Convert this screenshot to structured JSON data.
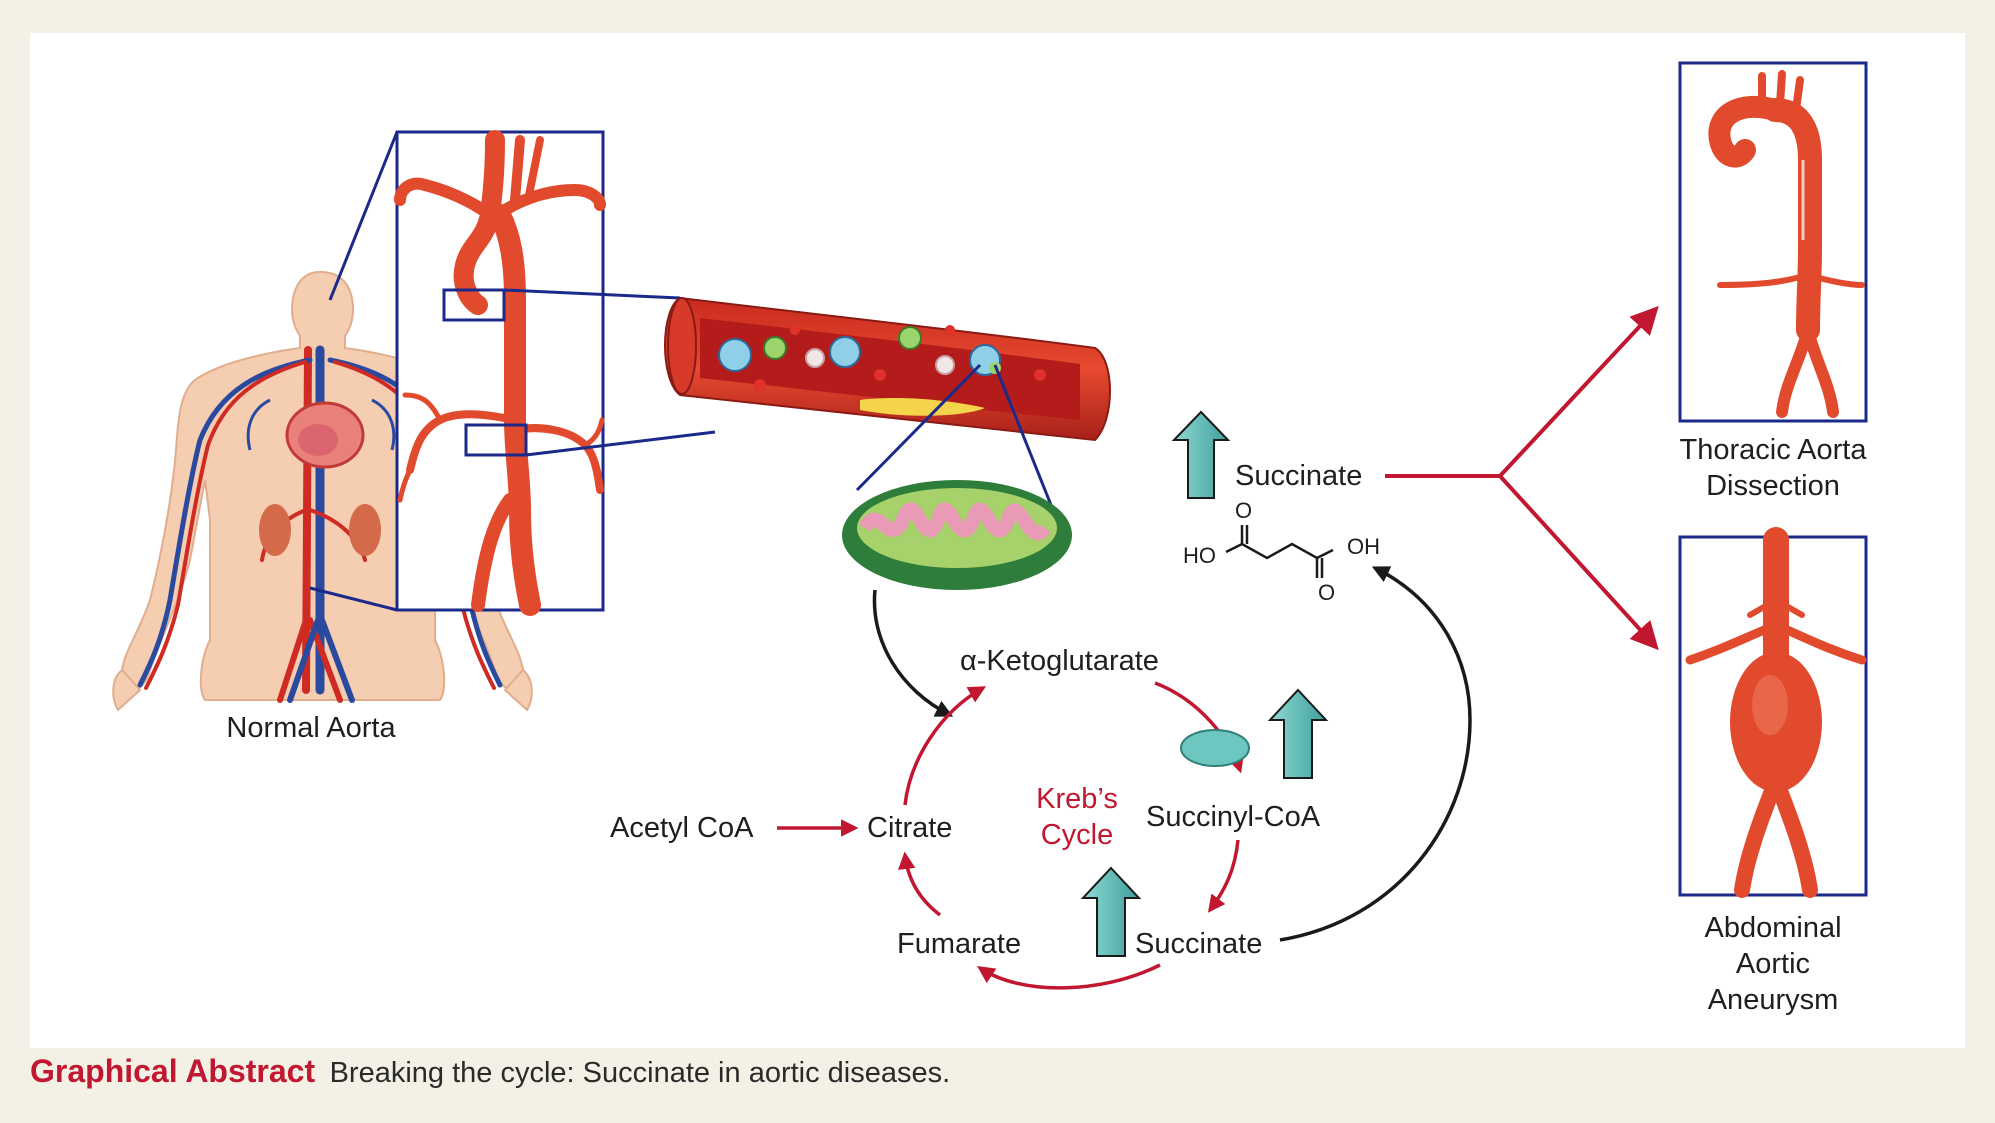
{
  "labels": {
    "normal_aorta": "Normal Aorta",
    "succinate_top": "Succinate",
    "alpha_kg": "α-Ketoglutarate",
    "acetyl_coa": "Acetyl CoA",
    "citrate": "Citrate",
    "krebs_cycle": "Kreb’s Cycle",
    "succinyl_coa": "Succinyl-CoA",
    "fumarate": "Fumarate",
    "succinate_bottom": "Succinate",
    "thoracic": "Thoracic Aorta Dissection",
    "abdominal": "Abdominal Aortic Aneurysm"
  },
  "chemical": {
    "ho": "HO",
    "oh": "OH",
    "o": "O"
  },
  "caption": {
    "title": "Graphical Abstract",
    "text": "Breaking the cycle: Succinate in aortic diseases."
  },
  "colors": {
    "accent_red": "#c21730",
    "navy_frame": "#1b2a8a",
    "aorta": "#e24a2d",
    "teal_arrow": "#5fbdb9",
    "mitochondria_outer": "#2f7d3a",
    "panel_bg": "#ffffff",
    "page_bg": "#f3f1e6"
  }
}
